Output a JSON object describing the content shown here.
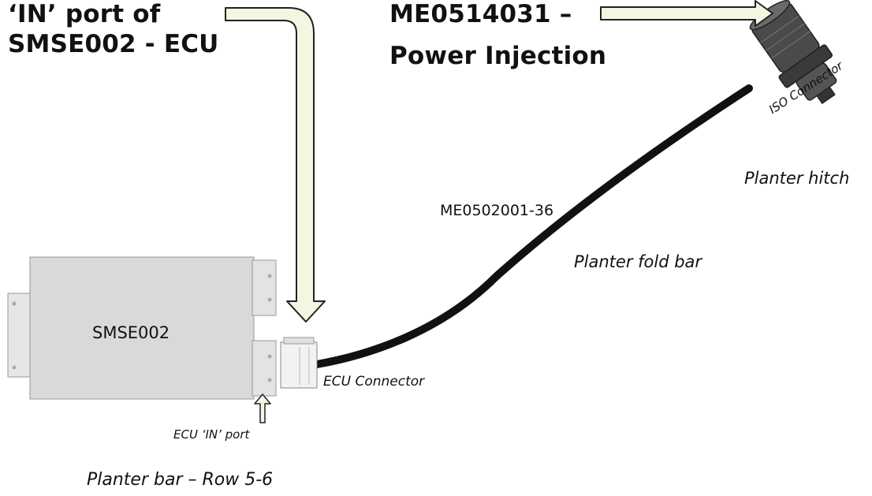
{
  "labels": {
    "in_port_title_line1": "‘IN’ port of",
    "in_port_title_line2": "SMSE002 -  ECU",
    "power_title_line1": "ME0514031 –",
    "power_title_line2": "Power Injection",
    "iso_connector": "ISO Connector",
    "planter_hitch": "Planter hitch",
    "cable_part": "ME0502001-36",
    "planter_fold_bar": "Planter fold bar",
    "ecu_name": "SMSE002",
    "ecu_connector": "ECU Connector",
    "ecu_in_port": "ECU ‘IN’ port",
    "planter_bar_row": "Planter bar – Row 5-6"
  },
  "colors": {
    "arrow_fill": "#f4f6e2",
    "arrow_stroke": "#222222",
    "ecu_body": "#d9d9d9",
    "cable": "#111111",
    "connector": "#3a3a3a"
  }
}
